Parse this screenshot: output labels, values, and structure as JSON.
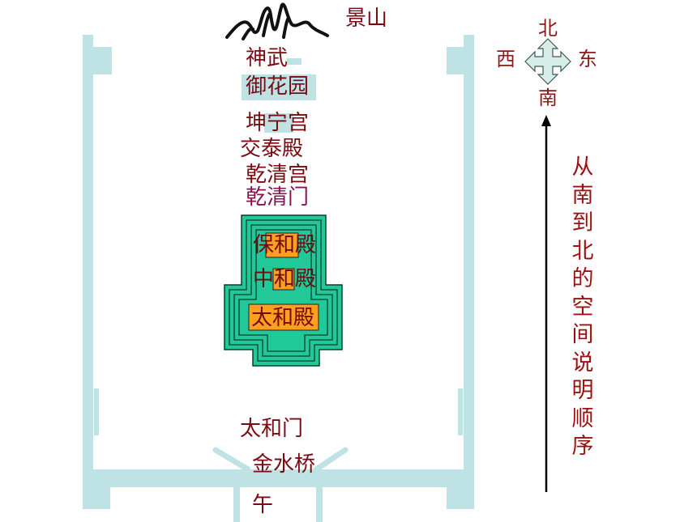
{
  "labels": {
    "jingshan": "景山",
    "shenwu": "神武",
    "yuhuayuan": "御花园",
    "kunninggong": "坤宁宫",
    "jiaotaidian": "交泰殿",
    "qianqinggong": "乾清宫",
    "qianqingmen": "乾清门",
    "baohedian": "保和殿",
    "zhonghedian": "中和殿",
    "taihedian": "太和殿",
    "taihemen": "太和门",
    "jinshuiqiao": "金水桥",
    "wu": "午"
  },
  "compass": {
    "north": "北",
    "south": "南",
    "west": "西",
    "east": "东"
  },
  "sequence_note": "从南到北的空间说明顺序",
  "colors": {
    "wall": "#bfe2e4",
    "terrace": "#21c999",
    "hall_fill": "#ff9e1f",
    "label_red": "#7a0a12",
    "label_purple": "#8a1250"
  }
}
